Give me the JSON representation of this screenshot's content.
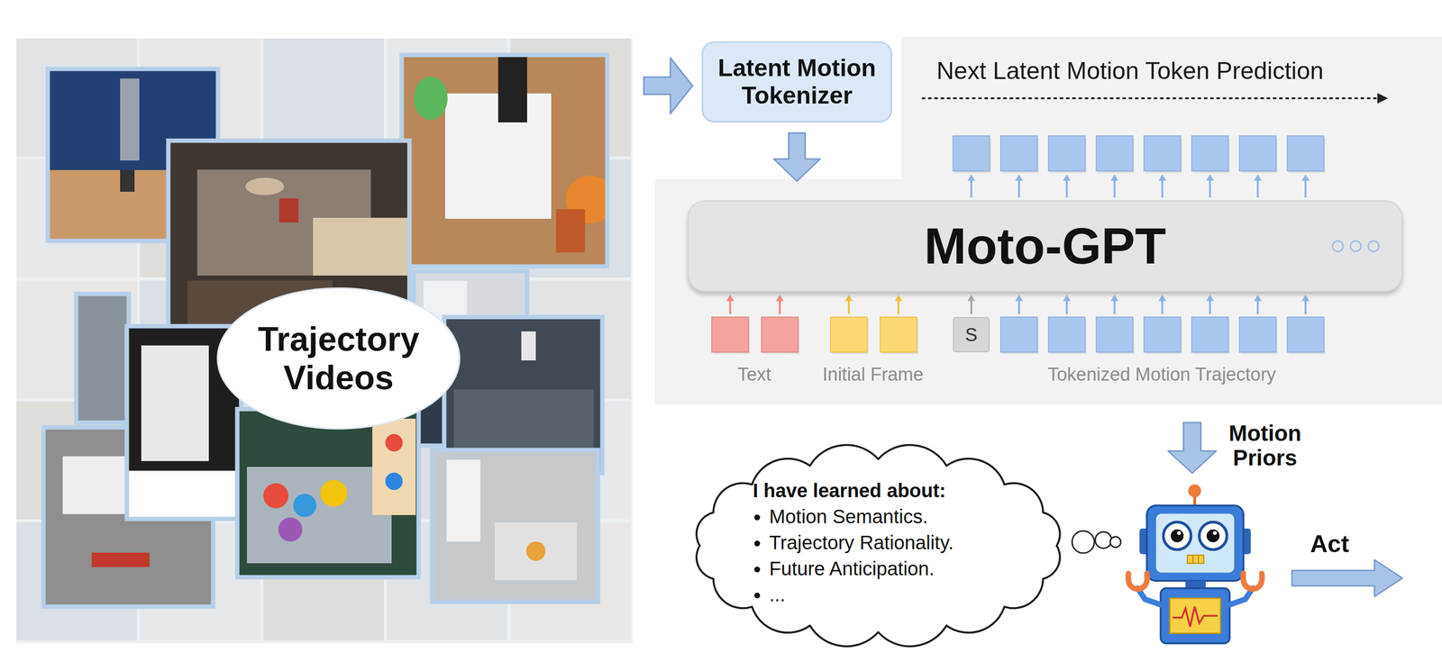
{
  "diagram": {
    "nodes": [
      {
        "text": [
          "Trajectory Videos"
        ]
      },
      {
        "text": [
          "Latent Motion Tokenizer"
        ]
      },
      {
        "text": [
          "Moto-GPT"
        ]
      },
      {
        "text": [
          "S"
        ]
      },
      {
        "text": [
          "I have learned about:",
          "Motion Semantics.",
          "Trajectory Rationality.",
          "Future Anticipation.",
          "..."
        ]
      }
    ],
    "edges": [
      {
        "from": 1,
        "to": 2,
        "arrow": "to"
      }
    ],
    "labels": [
      "Next Latent Motion Token Prediction",
      "Text",
      "Initial Frame",
      "Tokenized Motion Trajectory",
      "Motion Priors",
      "Act"
    ]
  }
}
